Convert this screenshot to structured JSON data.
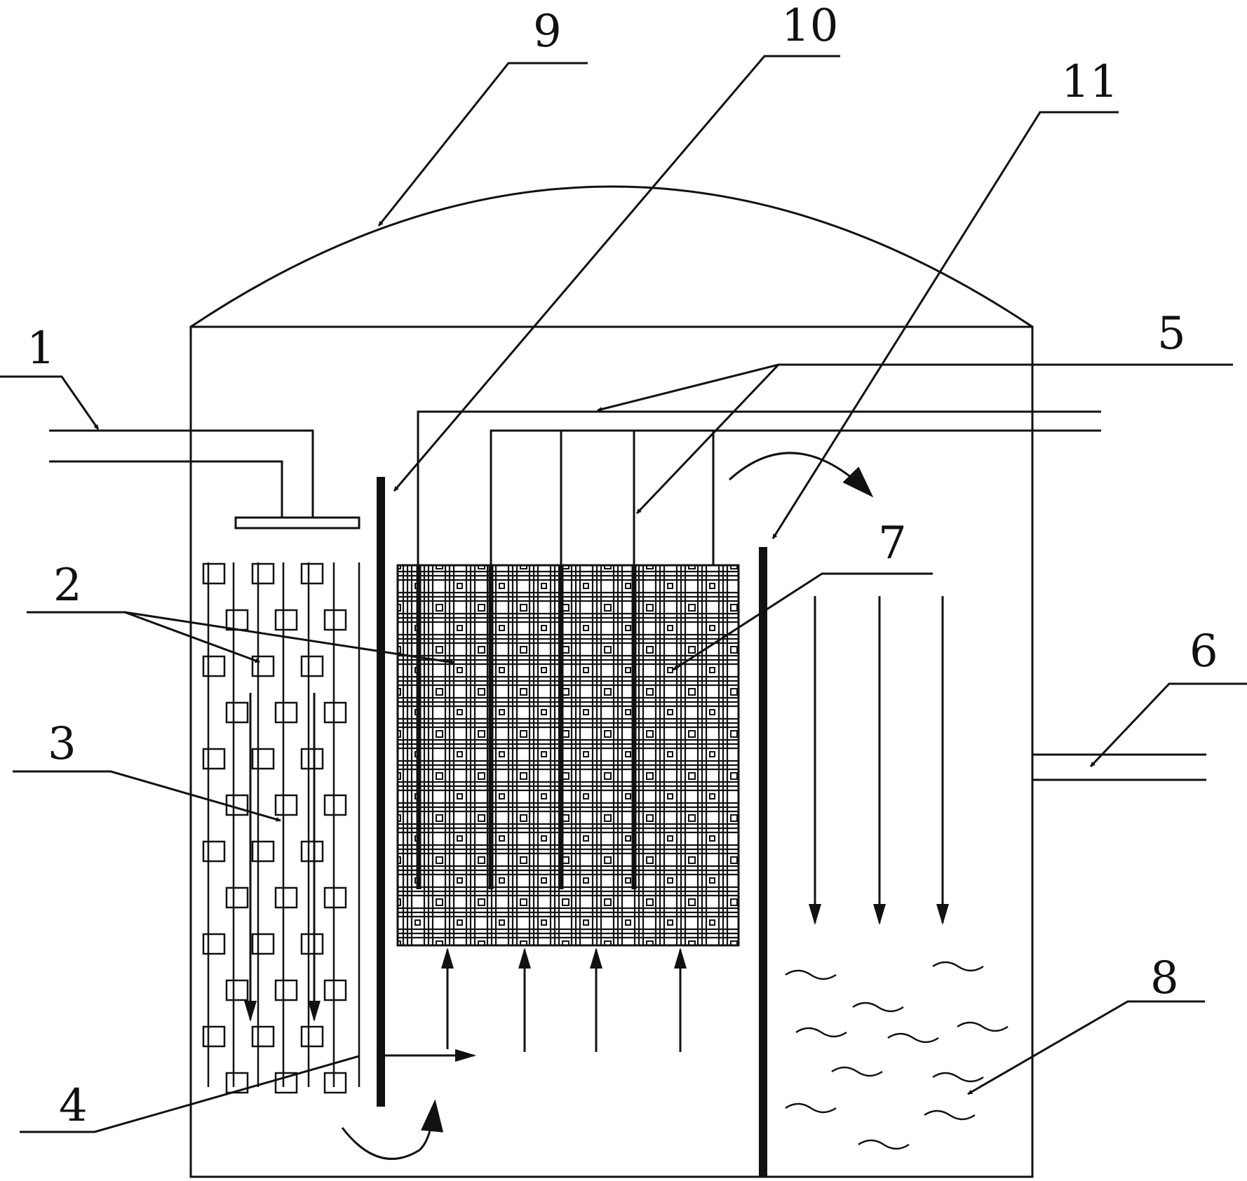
{
  "diagram": {
    "labels": {
      "l1": "1",
      "l2": "2",
      "l3": "3",
      "l4": "4",
      "l5": "5",
      "l6": "6",
      "l7": "7",
      "l8": "8",
      "l9": "9",
      "l10": "10",
      "l11": "11"
    },
    "colors": {
      "line": "#111111",
      "background": "#ffffff"
    }
  }
}
